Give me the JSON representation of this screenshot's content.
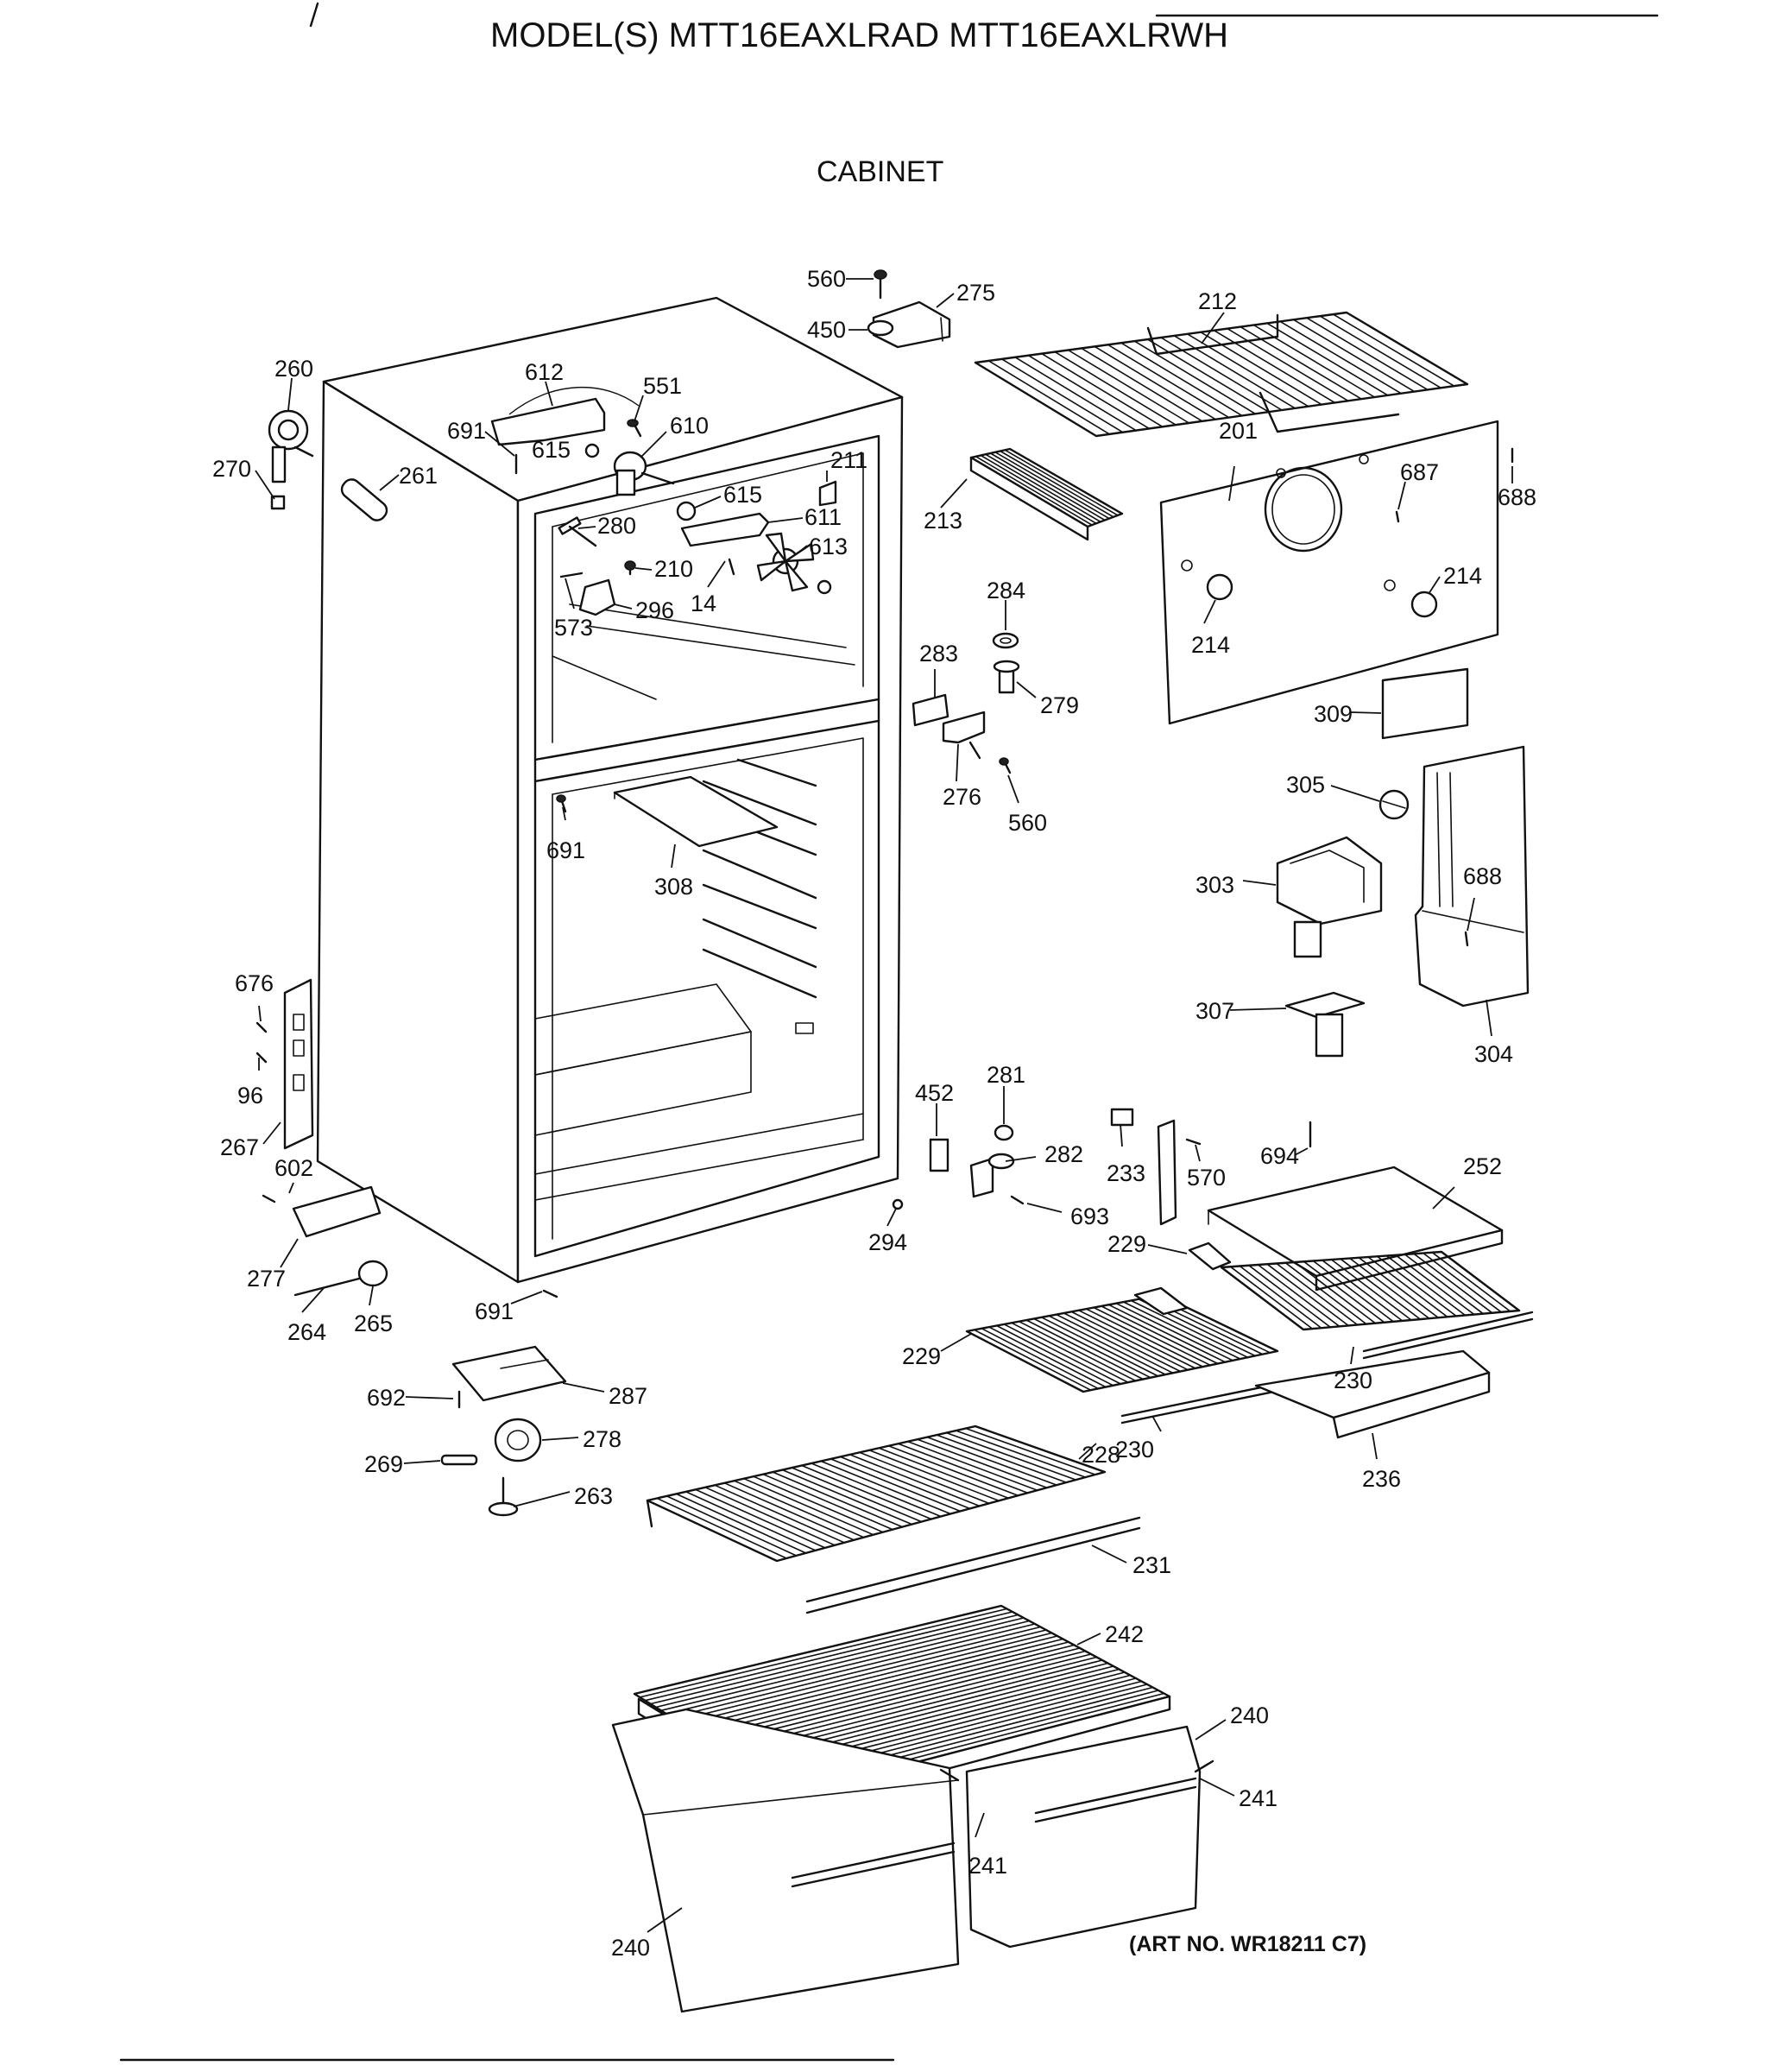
{
  "header": {
    "title": "MODEL(S) MTT16EAXLRAD  MTT16EAXLRWH",
    "section": "CABINET"
  },
  "footer": {
    "art_number": "(ART NO. WR18211 C7)"
  },
  "callouts": {
    "c560a": "560",
    "c275": "275",
    "c450": "450",
    "c212": "212",
    "c260": "260",
    "c612": "612",
    "c551": "551",
    "c691a": "691",
    "c610": "610",
    "c615a": "615",
    "c270": "270",
    "c261": "261",
    "c211": "211",
    "c615b": "615",
    "c280": "280",
    "c611": "611",
    "c613": "613",
    "c210": "210",
    "c14": "14",
    "c573": "573",
    "c296": "296",
    "c201": "201",
    "c687": "687",
    "c688a": "688",
    "c213": "213",
    "c284": "284",
    "c214a": "214",
    "c214b": "214",
    "c283": "283",
    "c279": "279",
    "c309": "309",
    "c276": "276",
    "c560b": "560",
    "c691b": "691",
    "c308": "308",
    "c305": "305",
    "c303": "303",
    "c688b": "688",
    "c307": "307",
    "c304": "304",
    "c676": "676",
    "c96": "96",
    "c267": "267",
    "c602": "602",
    "c277": "277",
    "c264": "264",
    "c265": "265",
    "c691c": "691",
    "c294": "294",
    "c452": "452",
    "c281": "281",
    "c282": "282",
    "c693": "693",
    "c233": "233",
    "c570": "570",
    "c694": "694",
    "c252": "252",
    "c229a": "229",
    "c229b": "229",
    "c230a": "230",
    "c230b": "230",
    "c236": "236",
    "c692": "692",
    "c287": "287",
    "c269": "269",
    "c278": "278",
    "c263": "263",
    "c228": "228",
    "c231": "231",
    "c242": "242",
    "c240a": "240",
    "c241a": "241",
    "c241b": "241",
    "c240b": "240"
  }
}
